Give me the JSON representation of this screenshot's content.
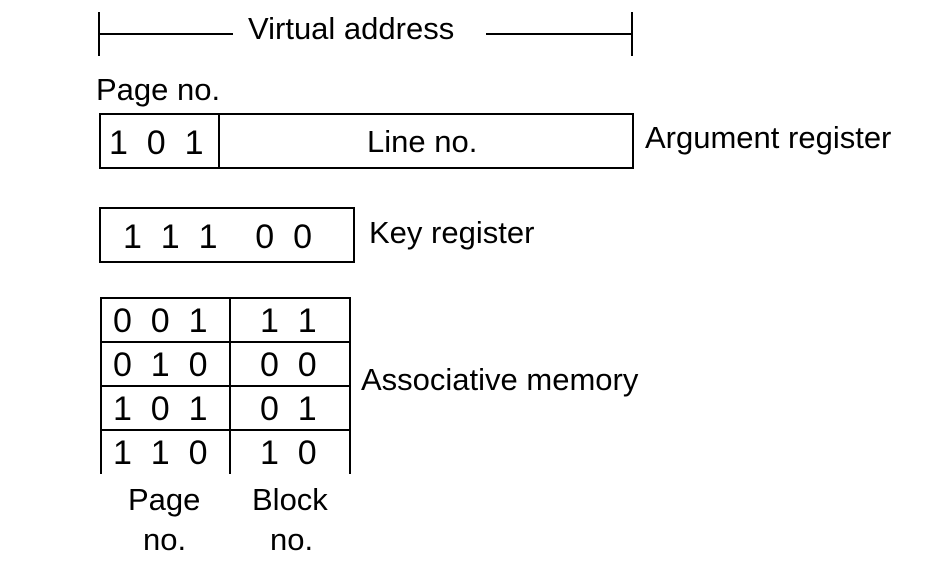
{
  "virtual_address": {
    "label": "Virtual address"
  },
  "argument_register": {
    "page_label": "Page no.",
    "page_bits": "1  0  1",
    "line_label": "Line no.",
    "name": "Argument register"
  },
  "key_register": {
    "bits": "1  1  1    0  0",
    "name": "Key register"
  },
  "associative_memory": {
    "name": "Associative memory",
    "rows": [
      {
        "page": "0  0  1",
        "block": "1  1"
      },
      {
        "page": "0  1  0",
        "block": "0  0"
      },
      {
        "page": "1  0  1",
        "block": "0  1"
      },
      {
        "page": "1  1  0",
        "block": "1  0"
      }
    ],
    "page_col_label_1": "Page",
    "page_col_label_2": "no.",
    "block_col_label_1": "Block",
    "block_col_label_2": "no."
  }
}
